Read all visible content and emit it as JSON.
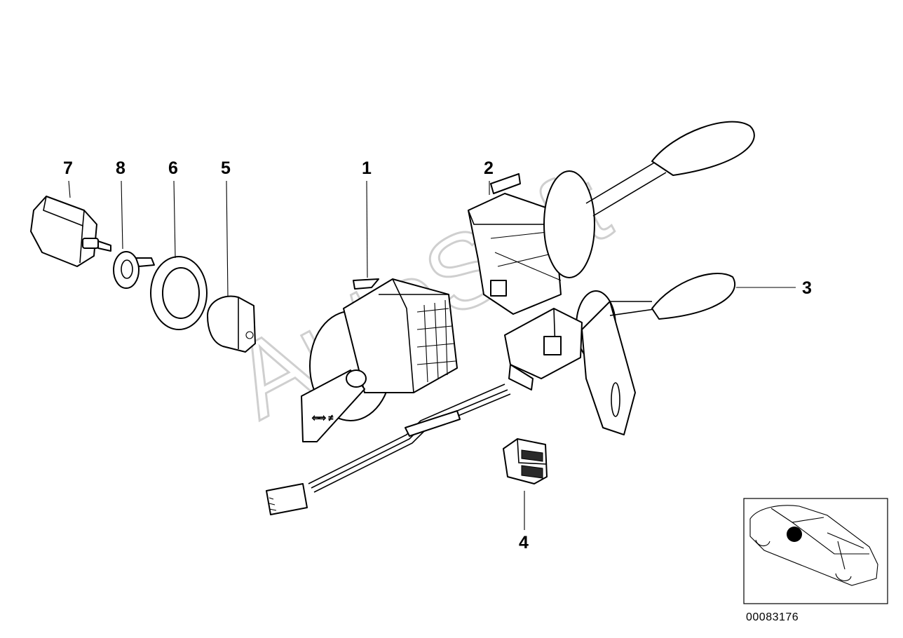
{
  "watermark": "AutoSoft",
  "callouts": [
    "7",
    "8",
    "6",
    "5",
    "1",
    "2",
    "3",
    "4"
  ],
  "catalog_number": "00083176"
}
